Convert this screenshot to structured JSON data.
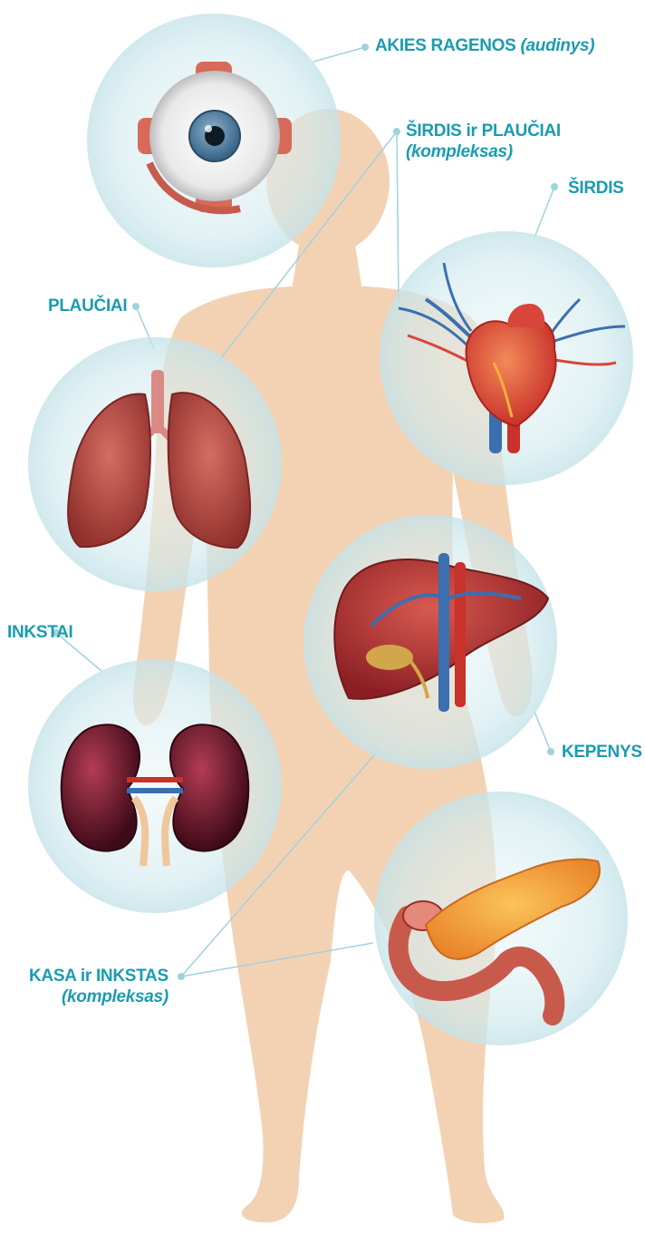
{
  "colors": {
    "label": "#1a9cb0",
    "body_silhouette": "#f3d2b4",
    "organ_bubble": "#d6ecef",
    "leader_line": "#9fd3dc"
  },
  "labels": {
    "cornea": {
      "main": "AKIES RAGENOS",
      "sub": "(audinys)"
    },
    "heart_lung": {
      "main": "ŠIRDIS ir PLAUČIAI",
      "sub": "(kompleksas)"
    },
    "heart": {
      "main": "ŠIRDIS"
    },
    "lungs": {
      "main": "PLAUČIAI"
    },
    "kidneys": {
      "main": "INKSTAI"
    },
    "liver": {
      "main": "KEPENYS"
    },
    "pancreas_kidney": {
      "main": "KASA ir INKSTAS",
      "sub": "(kompleksas)"
    }
  },
  "organs": [
    {
      "name": "eye",
      "icon": "eye-illustration"
    },
    {
      "name": "heart",
      "icon": "heart-illustration"
    },
    {
      "name": "lungs",
      "icon": "lungs-illustration"
    },
    {
      "name": "liver",
      "icon": "liver-illustration"
    },
    {
      "name": "kidneys",
      "icon": "kidneys-illustration"
    },
    {
      "name": "pancreas",
      "icon": "pancreas-illustration"
    }
  ]
}
